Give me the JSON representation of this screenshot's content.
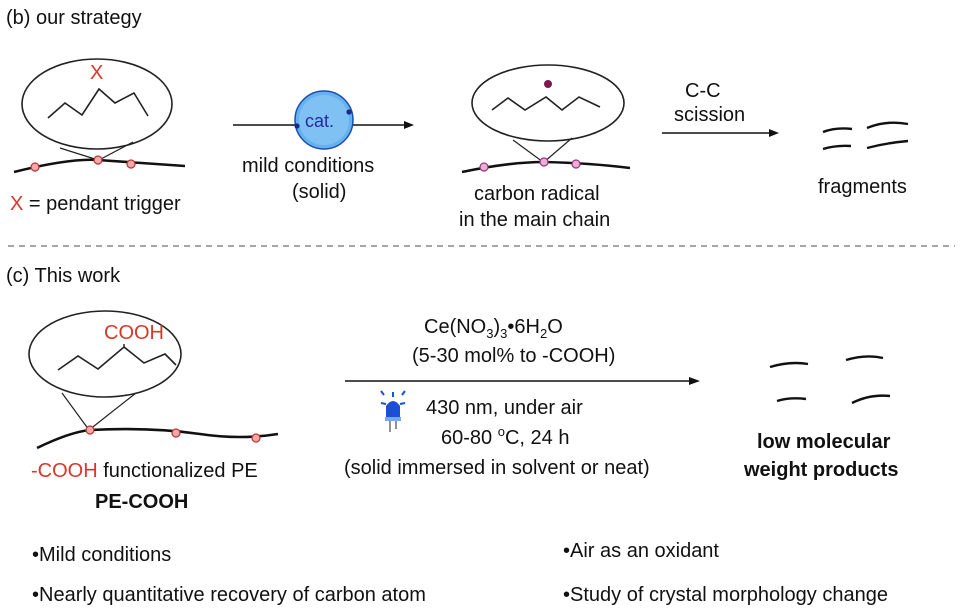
{
  "colors": {
    "accent": "#d6392b",
    "catalyst_fill": "#66b2f0",
    "catalyst_text": "#2a2a9a",
    "radical": "#7a1850",
    "led_blue": "#1a4fd6",
    "node_fill": "#f0a9a9",
    "node_fill_b": "#e8b0d8"
  },
  "section_b": {
    "heading": "(b) our strategy",
    "trigger_label": "X",
    "trigger_legend_x": "X",
    "trigger_legend_rest": " = pendant trigger",
    "catalyst": "cat.",
    "conditions_line1": "mild conditions",
    "conditions_line2": "(solid)",
    "radical_line1": "carbon radical",
    "radical_line2": "in the main chain",
    "scission_line1": "C-C",
    "scission_line2": "scission",
    "fragments": "fragments"
  },
  "section_c": {
    "heading": "(c) This work",
    "group": "COOH",
    "reagent_main": "Ce(NO",
    "reagent_sub1": "3",
    "reagent_mid": ")",
    "reagent_sub2": "3",
    "reagent_dot": "•",
    "reagent_water": "6H",
    "reagent_sub3": "2",
    "reagent_o": "O",
    "loading": "(5-30 mol% to -COOH)",
    "light": "430 nm, under air",
    "temp_pre": "60-80 ",
    "temp_sup": "o",
    "temp_post": "C, 24 h",
    "medium": "(solid immersed in solvent or neat)",
    "polymer_red": "-COOH",
    "polymer_rest": " functionalized PE",
    "polymer_name": "PE-COOH",
    "product_line1": "low molecular",
    "product_line2": "weight products"
  },
  "bullets": [
    {
      "text": "Mild conditions"
    },
    {
      "text": "Air as an oxidant"
    },
    {
      "text": "Nearly quantitative recovery of carbon atom"
    },
    {
      "text": "Study of crystal morphology change"
    }
  ],
  "bullet_glyph": "•"
}
